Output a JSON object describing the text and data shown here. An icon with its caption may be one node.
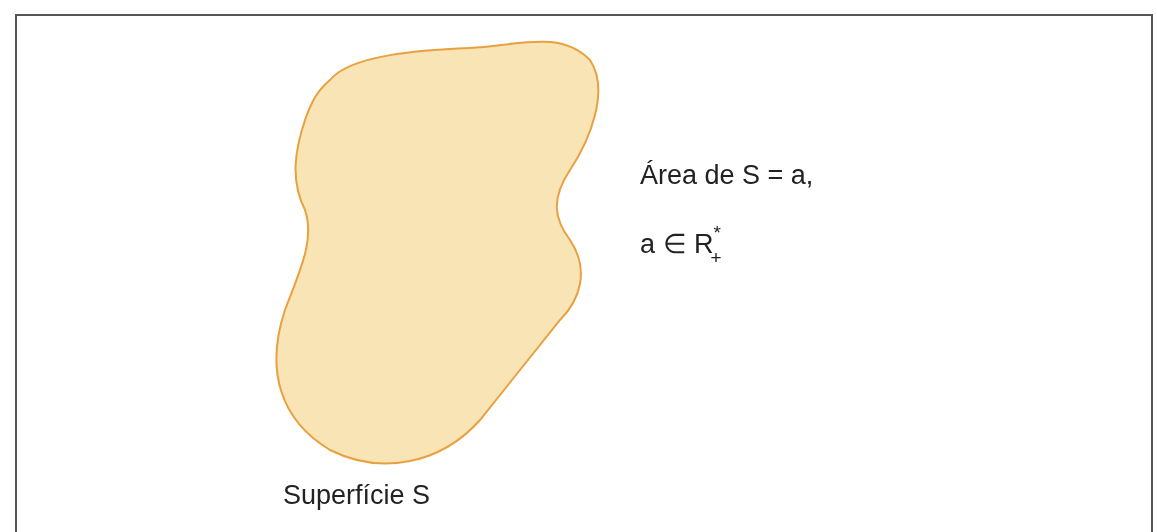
{
  "diagram": {
    "nodes": [
      {
        "text": [],
        "shape": "blob",
        "beside": [
          "Superfície S"
        ]
      }
    ],
    "edges": [],
    "labels": [
      "Área de S = a,",
      "a ∈ R$^{*}$$_{+}$"
    ]
  }
}
